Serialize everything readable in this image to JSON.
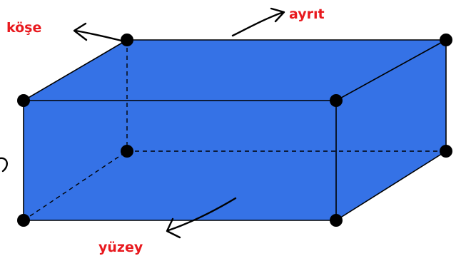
{
  "colors": {
    "face": "#3572E6",
    "edge": "#000000",
    "label": "#E8191E"
  },
  "labels": {
    "vertex": "köşe",
    "edge": "ayrıt",
    "face": "yüzey"
  }
}
